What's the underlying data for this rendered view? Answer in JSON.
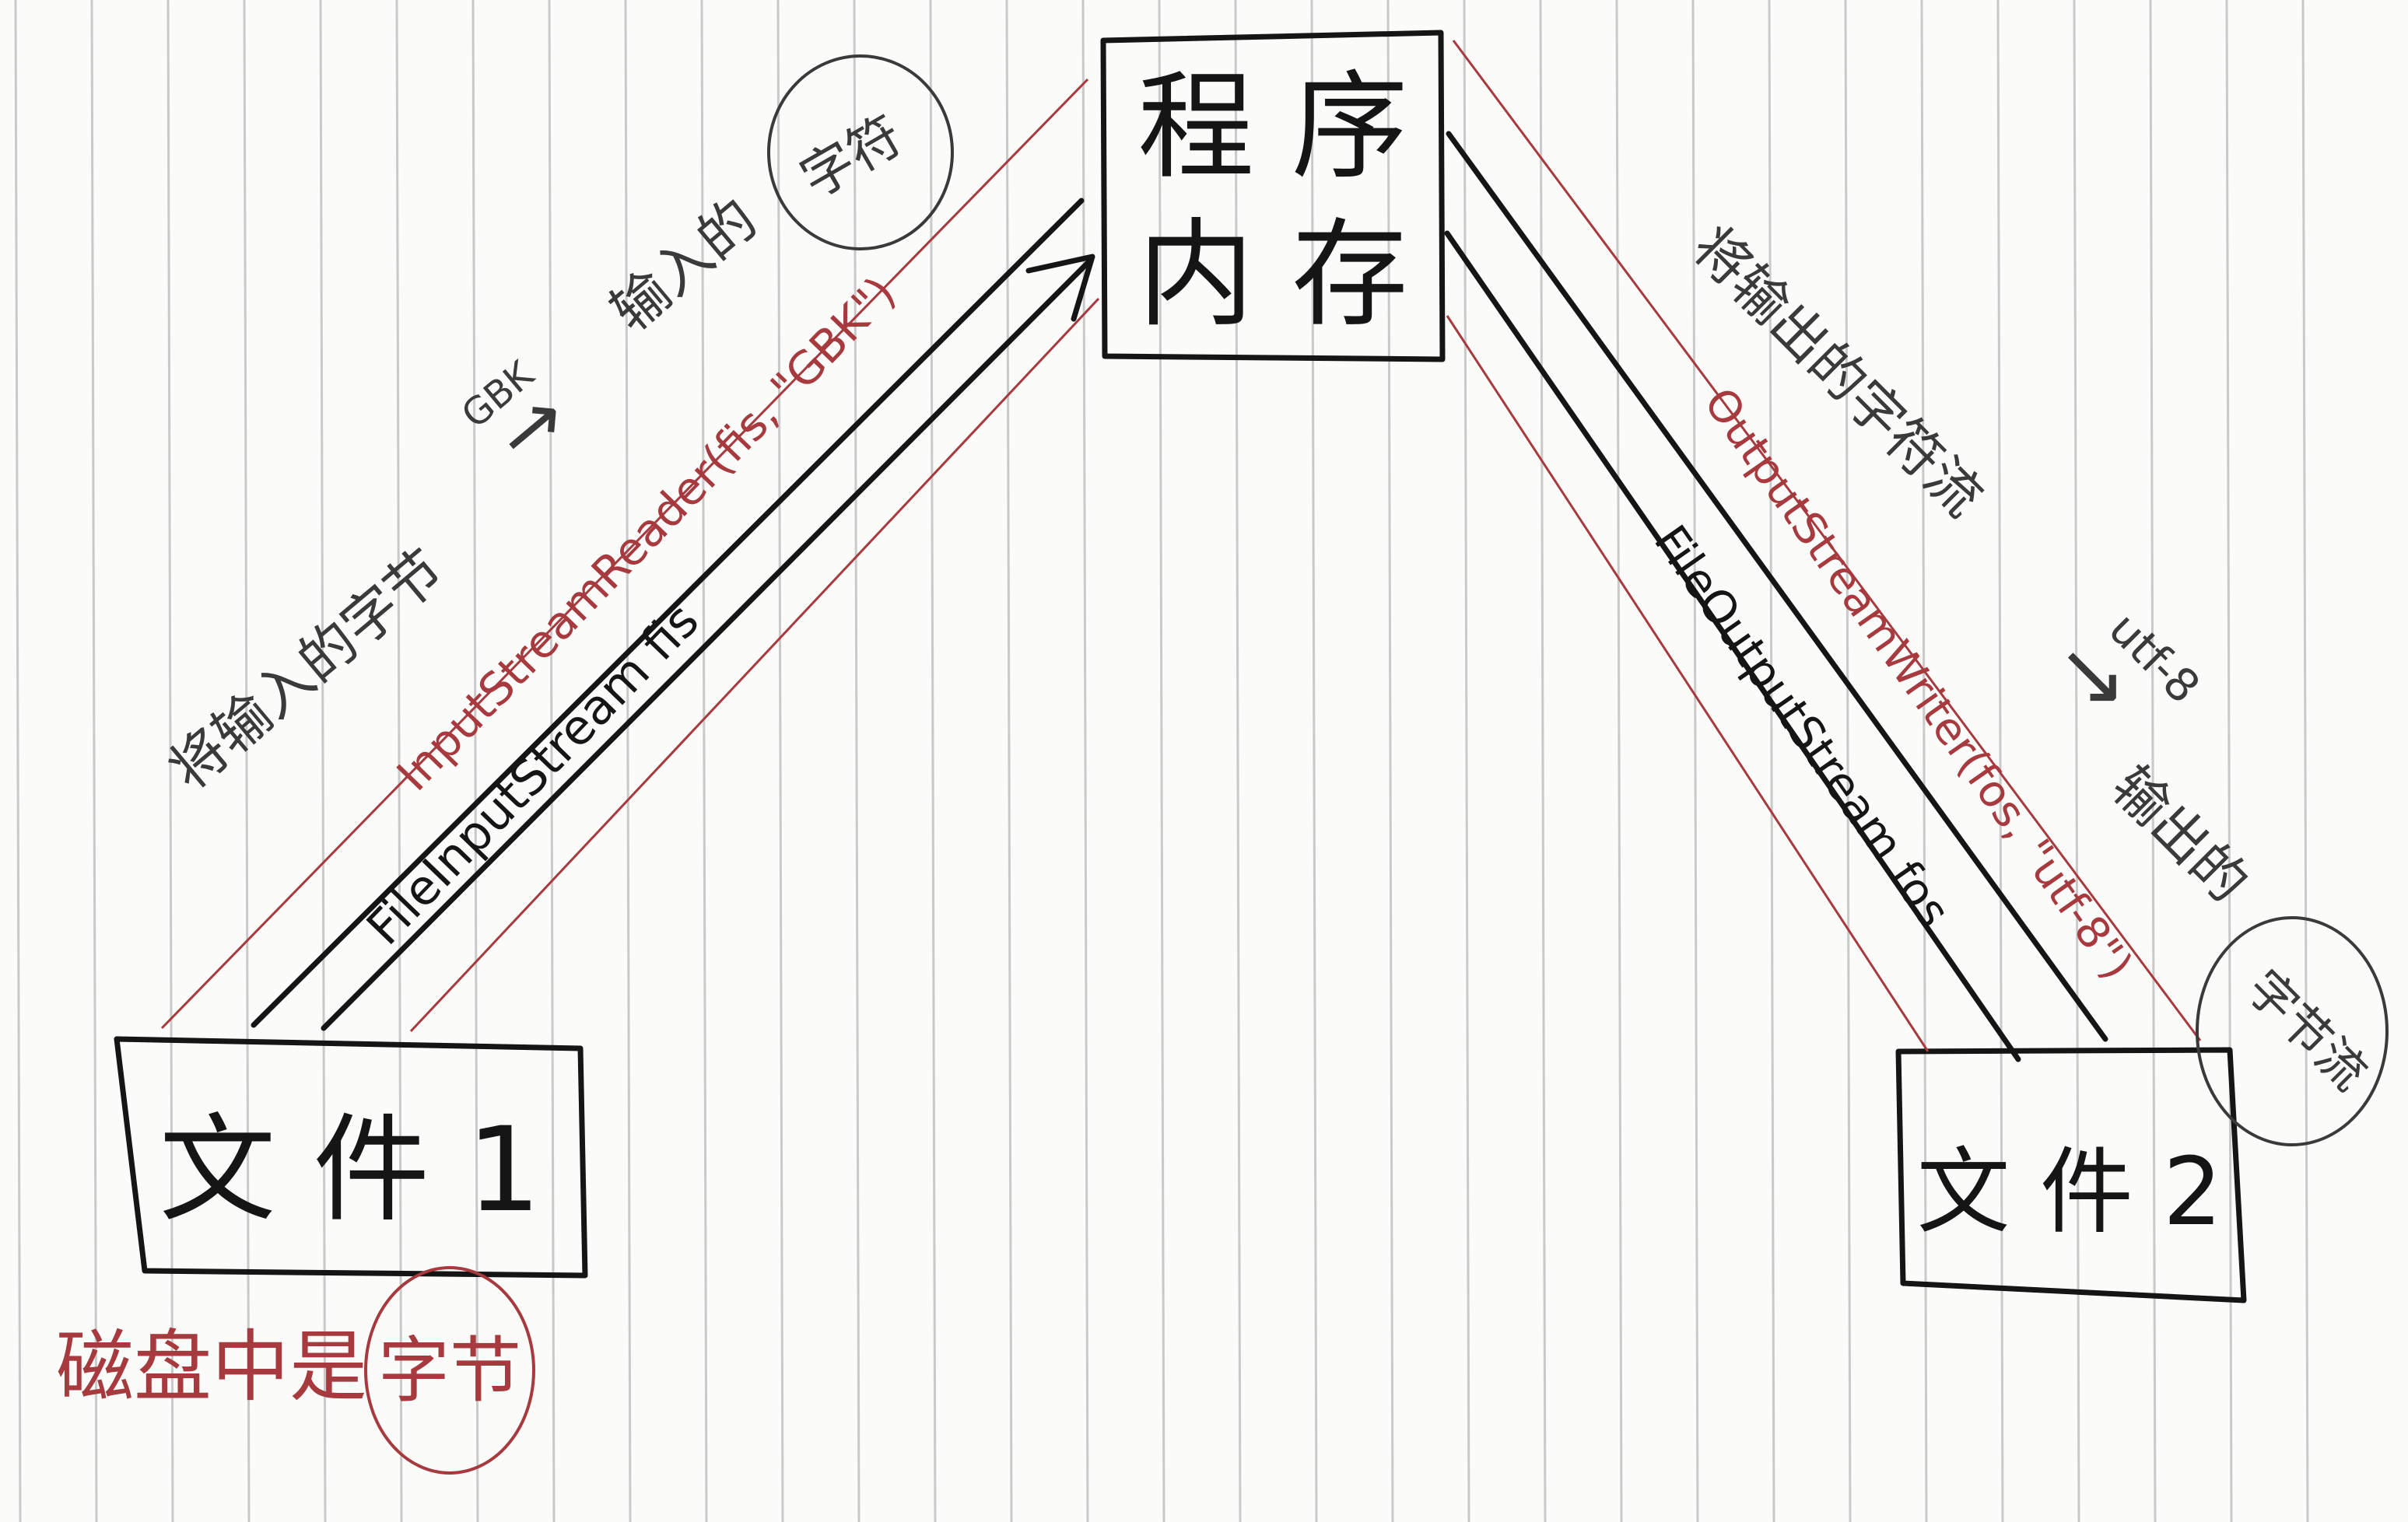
{
  "colors": {
    "ink": "#151515",
    "red_ink": "#a63a3f",
    "paper": "#fbfbf9",
    "rule_line": "#c9c9c9"
  },
  "nodes": {
    "program_memory": {
      "line1": "程 序",
      "line2": "内 存"
    },
    "file1": {
      "label": "文 件 1"
    },
    "file2": {
      "label": "文 件 2"
    }
  },
  "left_path": {
    "inner_stream": "FileInputStream  fis",
    "outer_stream": "InputStreamReader(fis, \"GBK\")",
    "note_prefix": "将输入的字节",
    "note_arrow": "→",
    "note_encoding": "GBK",
    "note_result": "输入的",
    "note_circled": "字符"
  },
  "right_path": {
    "inner_stream": "FileOutputStream  fos",
    "outer_stream": "OutputStreamWriter(fos, \"utf-8\")",
    "note_prefix": "将输出的字符流",
    "note_arrow": "→",
    "note_encoding": "utf-8",
    "note_result": "输出的",
    "note_circled": "字节流"
  },
  "bottom_note": {
    "prefix": "磁盘中是",
    "circled": "字节"
  }
}
